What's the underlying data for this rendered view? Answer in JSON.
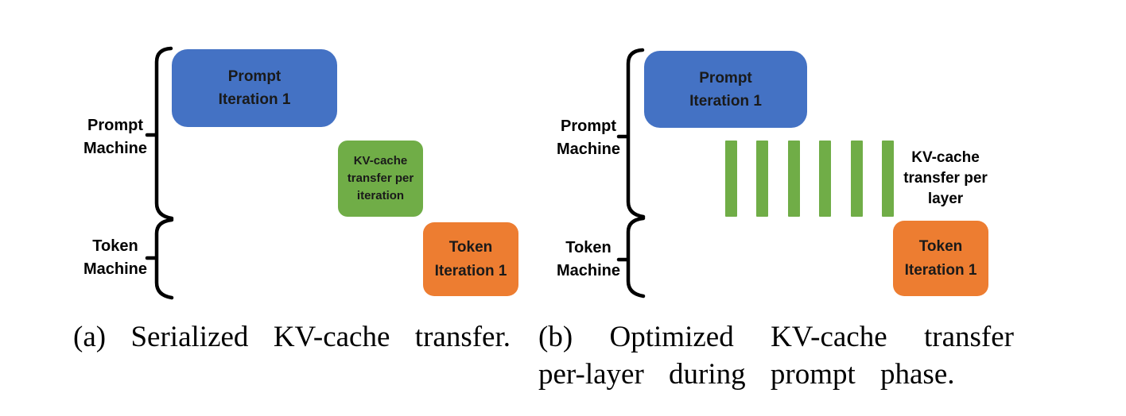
{
  "figure": {
    "colors": {
      "blue": "#4472C4",
      "green": "#70AD47",
      "orange": "#ED7D31",
      "brace_stroke": "#000000"
    },
    "panel_a": {
      "machine_labels": {
        "prompt": {
          "line1": "Prompt",
          "line2": "Machine"
        },
        "token": {
          "line1": "Token",
          "line2": "Machine"
        }
      },
      "prompt_box": {
        "line1": "Prompt",
        "line2": "Iteration 1"
      },
      "kv_box": {
        "line1": "KV-cache",
        "line2": "transfer per",
        "line3": "iteration"
      },
      "token_box": {
        "line1": "Token",
        "line2": "Iteration 1"
      },
      "caption": "(a) Serialized KV-cache transfer."
    },
    "panel_b": {
      "machine_labels": {
        "prompt": {
          "line1": "Prompt",
          "line2": "Machine"
        },
        "token": {
          "line1": "Token",
          "line2": "Machine"
        }
      },
      "prompt_box": {
        "line1": "Prompt",
        "line2": "Iteration 1"
      },
      "kv_bars": {
        "count": 6
      },
      "kv_label": {
        "line1": "KV-cache",
        "line2": "transfer per",
        "line3": "layer"
      },
      "token_box": {
        "line1": "Token",
        "line2": "Iteration 1"
      },
      "caption_line1": "(b) Optimized KV-cache transfer",
      "caption_line2": "per-layer during prompt phase."
    }
  }
}
